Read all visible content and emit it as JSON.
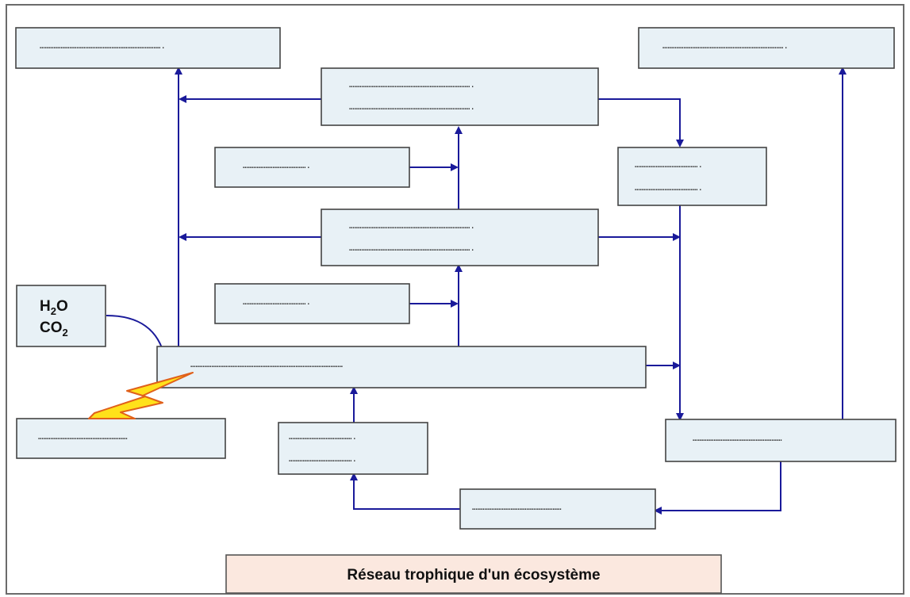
{
  "title": "Réseau trophique d'un écosystème",
  "inputs": {
    "water": {
      "main": "H",
      "sub": "2",
      "tail": "O"
    },
    "co2": {
      "main": "CO",
      "sub": "2"
    }
  },
  "placeholders": {
    "short": "……………………………….",
    "medium": "……………………………………………",
    "long": "…………………………………………………………….",
    "xlong": "……………………………………………………………………………"
  },
  "colors": {
    "box_fill": "#e8f1f6",
    "arrow": "#1a1a9a",
    "title_fill": "#fbe8df",
    "lightning_fill": "#ffe11a",
    "lightning_stroke": "#e0601a"
  },
  "icons": {
    "energy": "lightning-bolt-icon"
  }
}
